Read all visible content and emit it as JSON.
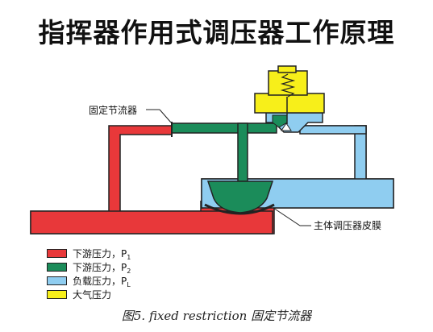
{
  "title": "指挥器作用式调压器工作原理",
  "callouts": {
    "fixed_restriction": "固定节流器",
    "main_diaphragm": "主体调压器皮膜"
  },
  "legend": [
    {
      "label": "下游压力，P",
      "sub": "1",
      "color": "#e8383a"
    },
    {
      "label": "下游压力，P",
      "sub": "2",
      "color": "#1b8c5a"
    },
    {
      "label": "负载压力，P",
      "sub": "L",
      "color": "#8fcdf0"
    },
    {
      "label": "大气压力",
      "sub": "",
      "color": "#f7ef1a"
    }
  ],
  "caption": "图5. fixed restriction 固定节流器",
  "colors": {
    "p1": "#e8383a",
    "p2": "#1b8c5a",
    "pl": "#8fcdf0",
    "atm": "#f7ef1a",
    "outline": "#222222"
  }
}
